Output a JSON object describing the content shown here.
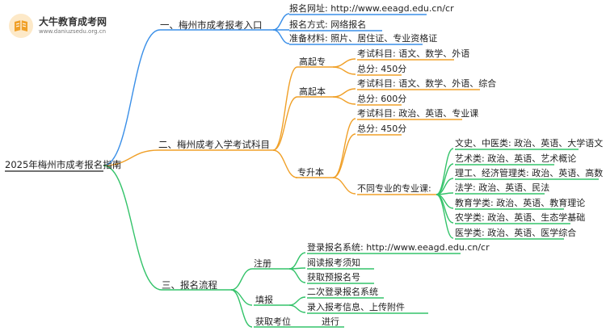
{
  "logo": {
    "title": "大牛教育成考网",
    "subtitle": "www.daniuzsedu.org.cn"
  },
  "root": "2025年梅州市成考报名指南",
  "colors": {
    "blue": "#3a8fe8",
    "orange": "#f0a028",
    "green": "#34c36a"
  },
  "sections": {
    "s1": {
      "label": "一、梅州市成考报考入口",
      "items": [
        "报名网址: http://www.eeagd.edu.cn/cr",
        "报名方式: 网络报名",
        "准备材料: 照片、居住证、专业资格证"
      ]
    },
    "s2": {
      "label": "二、梅州成考入学考试科目",
      "gqz": {
        "label": "高起专",
        "items": [
          "考试科目: 语文、数学、外语",
          "总分: 450分"
        ]
      },
      "gqb": {
        "label": "高起本",
        "items": [
          "考试科目: 语文、数学、外语、综合",
          "总分: 600分"
        ]
      },
      "zsb": {
        "label": "专升本",
        "items": [
          "考试科目: 政治、英语、专业课",
          "总分: 450分"
        ],
        "majors": {
          "label": "不同专业的专业课:",
          "items": [
            "文史、中医类: 政治、英语、大学语文",
            "艺术类: 政治、英语、艺术概论",
            "理工、经济管理类: 政治、英语、高数（二）",
            "法学: 政治、英语、民法",
            "教育学类: 政治、英语、教育理论",
            "农学类: 政治、英语、生态学基础",
            "医学类: 政治、英语、医学综合"
          ]
        }
      }
    },
    "s3": {
      "label": "三、报名流程",
      "reg": {
        "label": "注册",
        "items": [
          "登录报名系统: http://www.eeagd.edu.cn/cr",
          "阅读报考须知",
          "获取预报名号"
        ]
      },
      "fill": {
        "label": "填报",
        "items": [
          "二次登录报名系统",
          "录入报考信息、上传附件"
        ]
      },
      "seat": {
        "label": "获取考位",
        "items": [
          "进行"
        ]
      }
    }
  }
}
